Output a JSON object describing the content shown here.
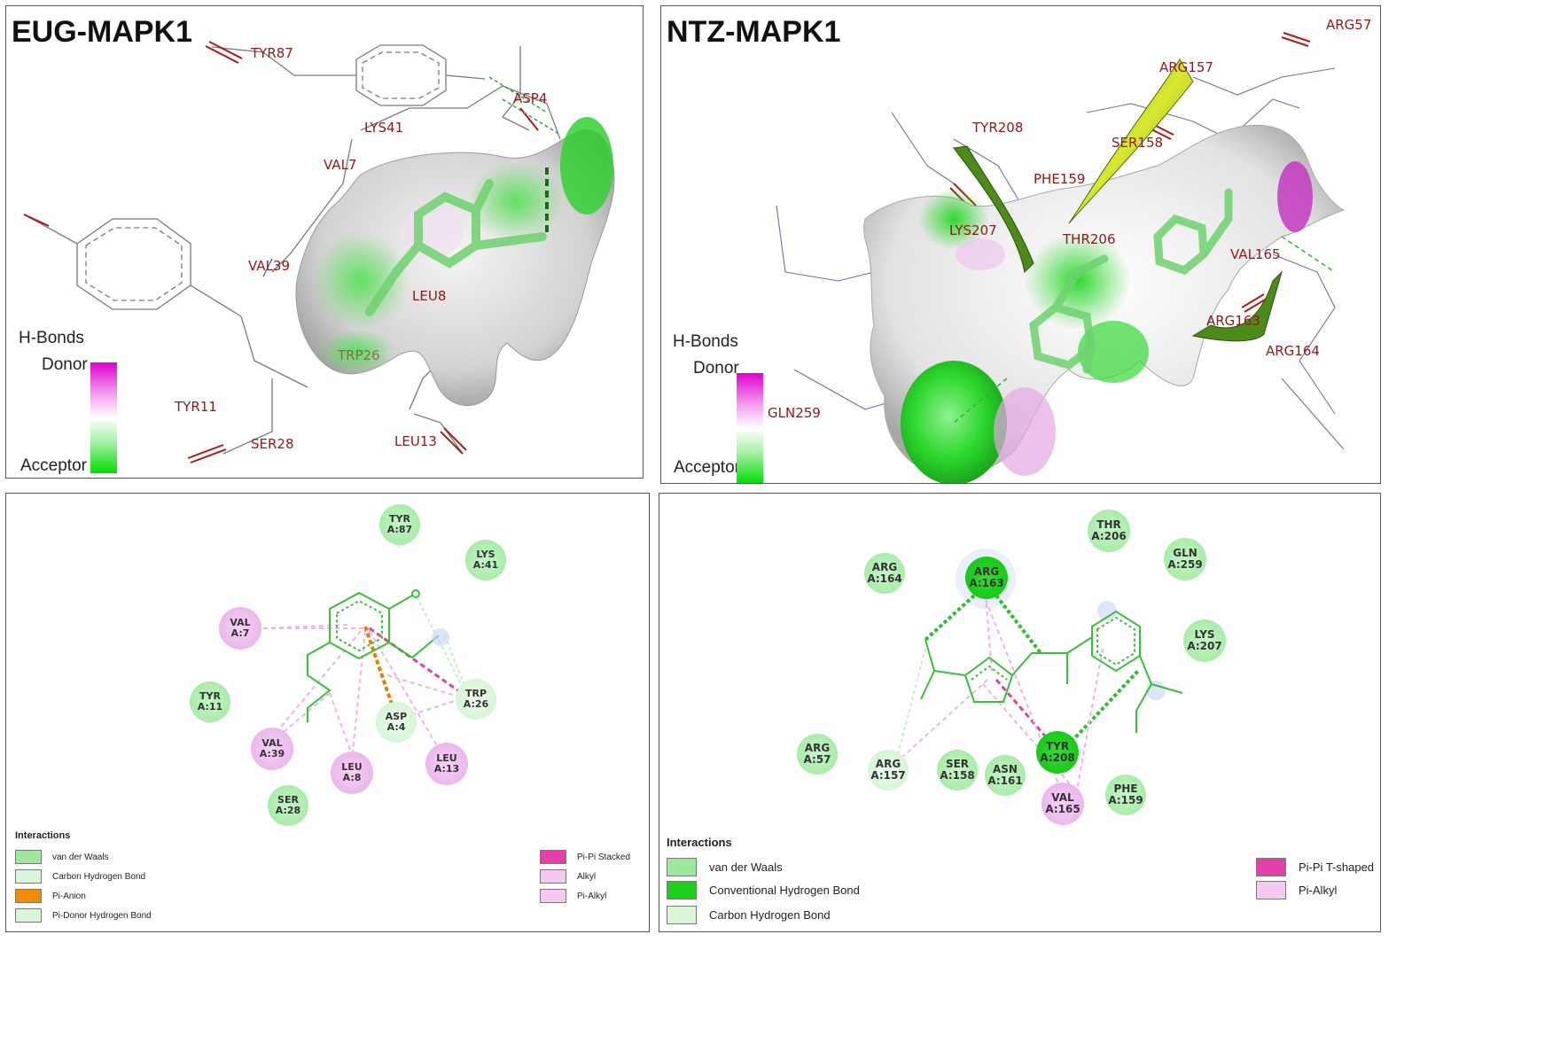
{
  "panels": {
    "eug3d": {
      "title": "EUG-MAPK1",
      "residues": [
        "TYR87",
        "ASP4",
        "LYS41",
        "VAL7",
        "VAL39",
        "LEU8",
        "TRP26",
        "TYR11",
        "SER28",
        "LEU13"
      ],
      "hbond": {
        "title": "H-Bonds",
        "donor": "Donor",
        "acceptor": "Acceptor"
      }
    },
    "ntz3d": {
      "title": "NTZ-MAPK1",
      "residues": [
        "ARG57",
        "ARG157",
        "TYR208",
        "SER158",
        "PHE159",
        "LYS207",
        "THR206",
        "VAL165",
        "ARG163",
        "ARG164",
        "GLN259"
      ],
      "hbond": {
        "title": "H-Bonds",
        "donor": "Donor",
        "acceptor": "Acceptor"
      }
    },
    "eug2d": {
      "nodes": [
        {
          "name": "TYR",
          "chain": "A:87",
          "kind": "vdw"
        },
        {
          "name": "LYS",
          "chain": "A:41",
          "kind": "vdw"
        },
        {
          "name": "VAL",
          "chain": "A:7",
          "kind": "alkyl"
        },
        {
          "name": "TYR",
          "chain": "A:11",
          "kind": "vdw"
        },
        {
          "name": "TRP",
          "chain": "A:26",
          "kind": "carbon_hbond"
        },
        {
          "name": "ASP",
          "chain": "A:4",
          "kind": "carbon_hbond"
        },
        {
          "name": "VAL",
          "chain": "A:39",
          "kind": "alkyl"
        },
        {
          "name": "LEU",
          "chain": "A:8",
          "kind": "alkyl"
        },
        {
          "name": "LEU",
          "chain": "A:13",
          "kind": "alkyl"
        },
        {
          "name": "SER",
          "chain": "A:28",
          "kind": "vdw"
        }
      ],
      "legend": {
        "title": "Interactions",
        "left": [
          {
            "label": "van der Waals",
            "color": "#9ee89e"
          },
          {
            "label": "Carbon Hydrogen Bond",
            "color": "#d9f6d9"
          },
          {
            "label": "Pi-Anion",
            "color": "#f08c00"
          },
          {
            "label": "Pi-Donor Hydrogen Bond",
            "color": "#d9f6d9"
          }
        ],
        "right": [
          {
            "label": "Pi-Pi Stacked",
            "color": "#e040a8"
          },
          {
            "label": "Alkyl",
            "color": "#f4c8f0"
          },
          {
            "label": "Pi-Alkyl",
            "color": "#f4c8f0"
          }
        ]
      }
    },
    "ntz2d": {
      "nodes": [
        {
          "name": "THR",
          "chain": "A:206",
          "kind": "vdw"
        },
        {
          "name": "GLN",
          "chain": "A:259",
          "kind": "vdw"
        },
        {
          "name": "ARG",
          "chain": "A:164",
          "kind": "vdw"
        },
        {
          "name": "ARG",
          "chain": "A:163",
          "kind": "conventional"
        },
        {
          "name": "LYS",
          "chain": "A:207",
          "kind": "vdw"
        },
        {
          "name": "ARG",
          "chain": "A:57",
          "kind": "vdw"
        },
        {
          "name": "ARG",
          "chain": "A:157",
          "kind": "carbon_hbond"
        },
        {
          "name": "SER",
          "chain": "A:158",
          "kind": "vdw"
        },
        {
          "name": "ASN",
          "chain": "A:161",
          "kind": "vdw"
        },
        {
          "name": "TYR",
          "chain": "A:208",
          "kind": "conventional"
        },
        {
          "name": "VAL",
          "chain": "A:165",
          "kind": "alkyl"
        },
        {
          "name": "PHE",
          "chain": "A:159",
          "kind": "vdw"
        }
      ],
      "legend": {
        "title": "Interactions",
        "left": [
          {
            "label": "van der Waals",
            "color": "#9ee89e"
          },
          {
            "label": "Conventional Hydrogen Bond",
            "color": "#1cd01c"
          },
          {
            "label": "Carbon Hydrogen Bond",
            "color": "#d9f6d9"
          }
        ],
        "right": [
          {
            "label": "Pi-Pi T-shaped",
            "color": "#e040a8"
          },
          {
            "label": "Pi-Alkyl",
            "color": "#f4c8f0"
          }
        ]
      }
    }
  }
}
